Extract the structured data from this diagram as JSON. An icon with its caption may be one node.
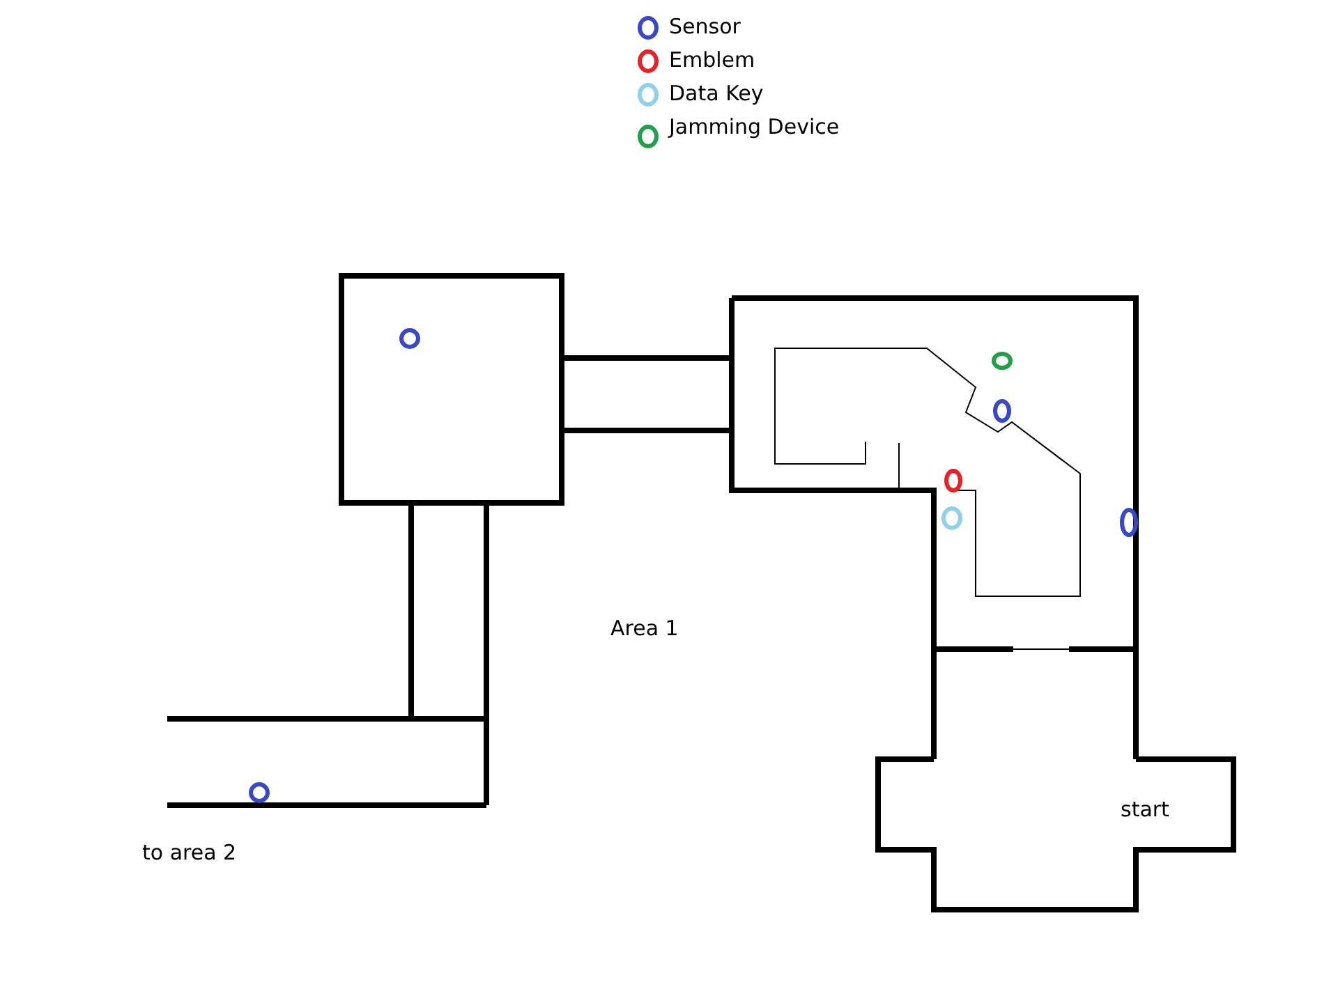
{
  "diagram": {
    "labels": [
      "Area 1",
      "to area 2",
      "start"
    ],
    "legend": [
      {
        "text": "Sensor",
        "color": "#3a48c8"
      },
      {
        "text": "Emblem",
        "color": "#e82028"
      },
      {
        "text": "Data Key",
        "color": "#90d0ec"
      },
      {
        "text": "Jamming Device",
        "color": "#20a048"
      }
    ]
  }
}
